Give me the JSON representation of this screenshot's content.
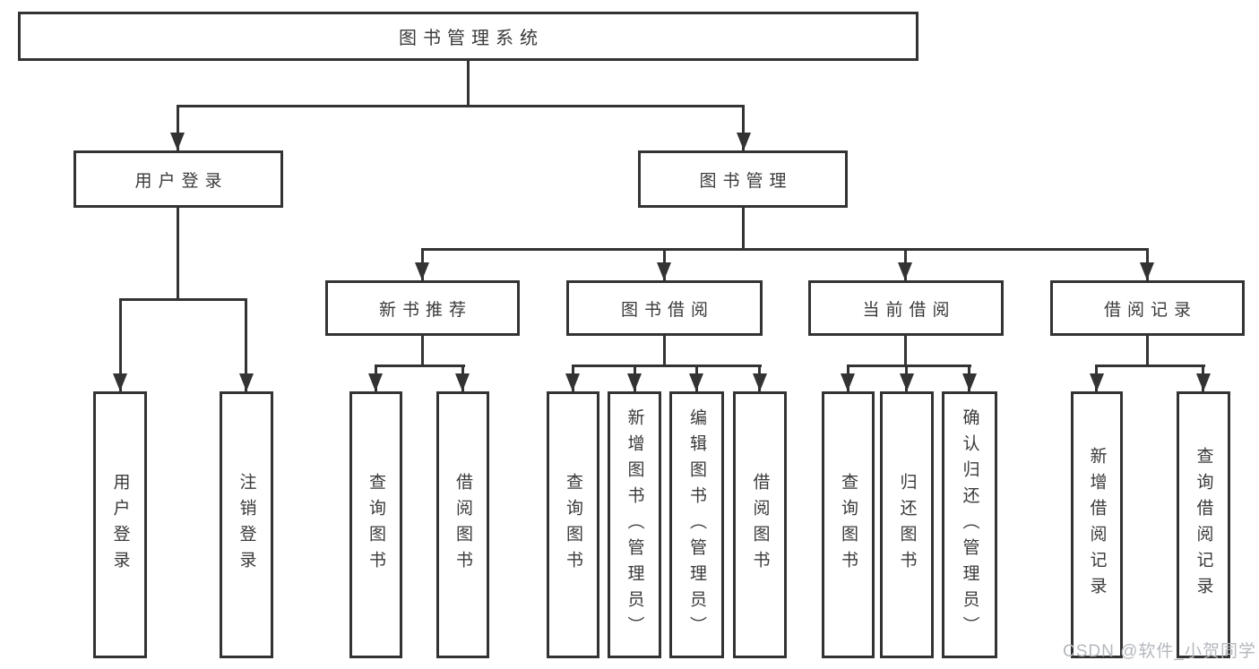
{
  "diagram": {
    "root": {
      "label": "图书管理系统"
    },
    "level2": [
      {
        "label": "用户登录"
      },
      {
        "label": "图书管理"
      }
    ],
    "level3": [
      {
        "label": "新书推荐"
      },
      {
        "label": "图书借阅"
      },
      {
        "label": "当前借阅"
      },
      {
        "label": "借阅记录"
      }
    ],
    "leaves": [
      {
        "label": "用户登录"
      },
      {
        "label": "注销登录"
      },
      {
        "label": "查询图书"
      },
      {
        "label": "借阅图书"
      },
      {
        "label": "查询图书"
      },
      {
        "label": "新增图书（管理员）"
      },
      {
        "label": "编辑图书（管理员）"
      },
      {
        "label": "借阅图书"
      },
      {
        "label": "查询图书"
      },
      {
        "label": "归还图书"
      },
      {
        "label": "确认归还（管理员）"
      },
      {
        "label": "新增借阅记录"
      },
      {
        "label": "查询借阅记录"
      }
    ]
  },
  "watermark": {
    "text": "CSDN @软件_小贺同学"
  },
  "colors": {
    "line": "#333333",
    "text": "#3a3a3a",
    "watermark": "#b4b8bd",
    "background": "#ffffff"
  }
}
